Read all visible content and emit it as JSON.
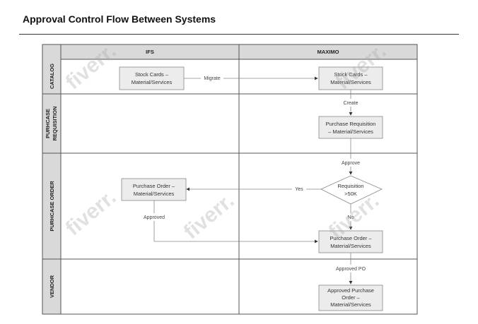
{
  "title": "Approval Control Flow Between Systems",
  "columns": [
    "IFS",
    "MAXIMO"
  ],
  "lanes": [
    {
      "id": "catalog",
      "label": [
        "CATALOG"
      ]
    },
    {
      "id": "purchase-requisition",
      "label": [
        "PURHCASE",
        "REQUISITION"
      ]
    },
    {
      "id": "purchase-order",
      "label": [
        "PURHCASE ORDER"
      ]
    },
    {
      "id": "vendor",
      "label": [
        "VENDOR"
      ]
    }
  ],
  "nodes": [
    {
      "id": "ifs-stock-cards",
      "type": "rect",
      "lines": [
        "Stock Cards –",
        "Material/Services"
      ]
    },
    {
      "id": "maximo-stock-cards",
      "type": "rect",
      "lines": [
        "Stock Cards –",
        "Material/Services"
      ]
    },
    {
      "id": "purchase-requisition",
      "type": "rect",
      "lines": [
        "Purchase Requisition",
        "– Material/Services"
      ]
    },
    {
      "id": "requisition-decision",
      "type": "diamond",
      "lines": [
        "Requisition",
        ">50K"
      ]
    },
    {
      "id": "ifs-purchase-order",
      "type": "rect",
      "lines": [
        "Purchase Order –",
        "Material/Services"
      ]
    },
    {
      "id": "maximo-purchase-order",
      "type": "rect",
      "lines": [
        "Purchase Order –",
        "Material/Services"
      ]
    },
    {
      "id": "approved-purchase-order",
      "type": "rect",
      "lines": [
        "Approved Purchase",
        "Order –",
        "Material/Services"
      ]
    }
  ],
  "edges": [
    {
      "id": "migrate",
      "label": "Migrate"
    },
    {
      "id": "create",
      "label": "Create"
    },
    {
      "id": "approve",
      "label": "Approve"
    },
    {
      "id": "yes",
      "label": "Yes"
    },
    {
      "id": "no",
      "label": "No"
    },
    {
      "id": "approved",
      "label": "Approved"
    },
    {
      "id": "approved-po",
      "label": "Approved PO"
    }
  ],
  "watermark": "fiverr."
}
